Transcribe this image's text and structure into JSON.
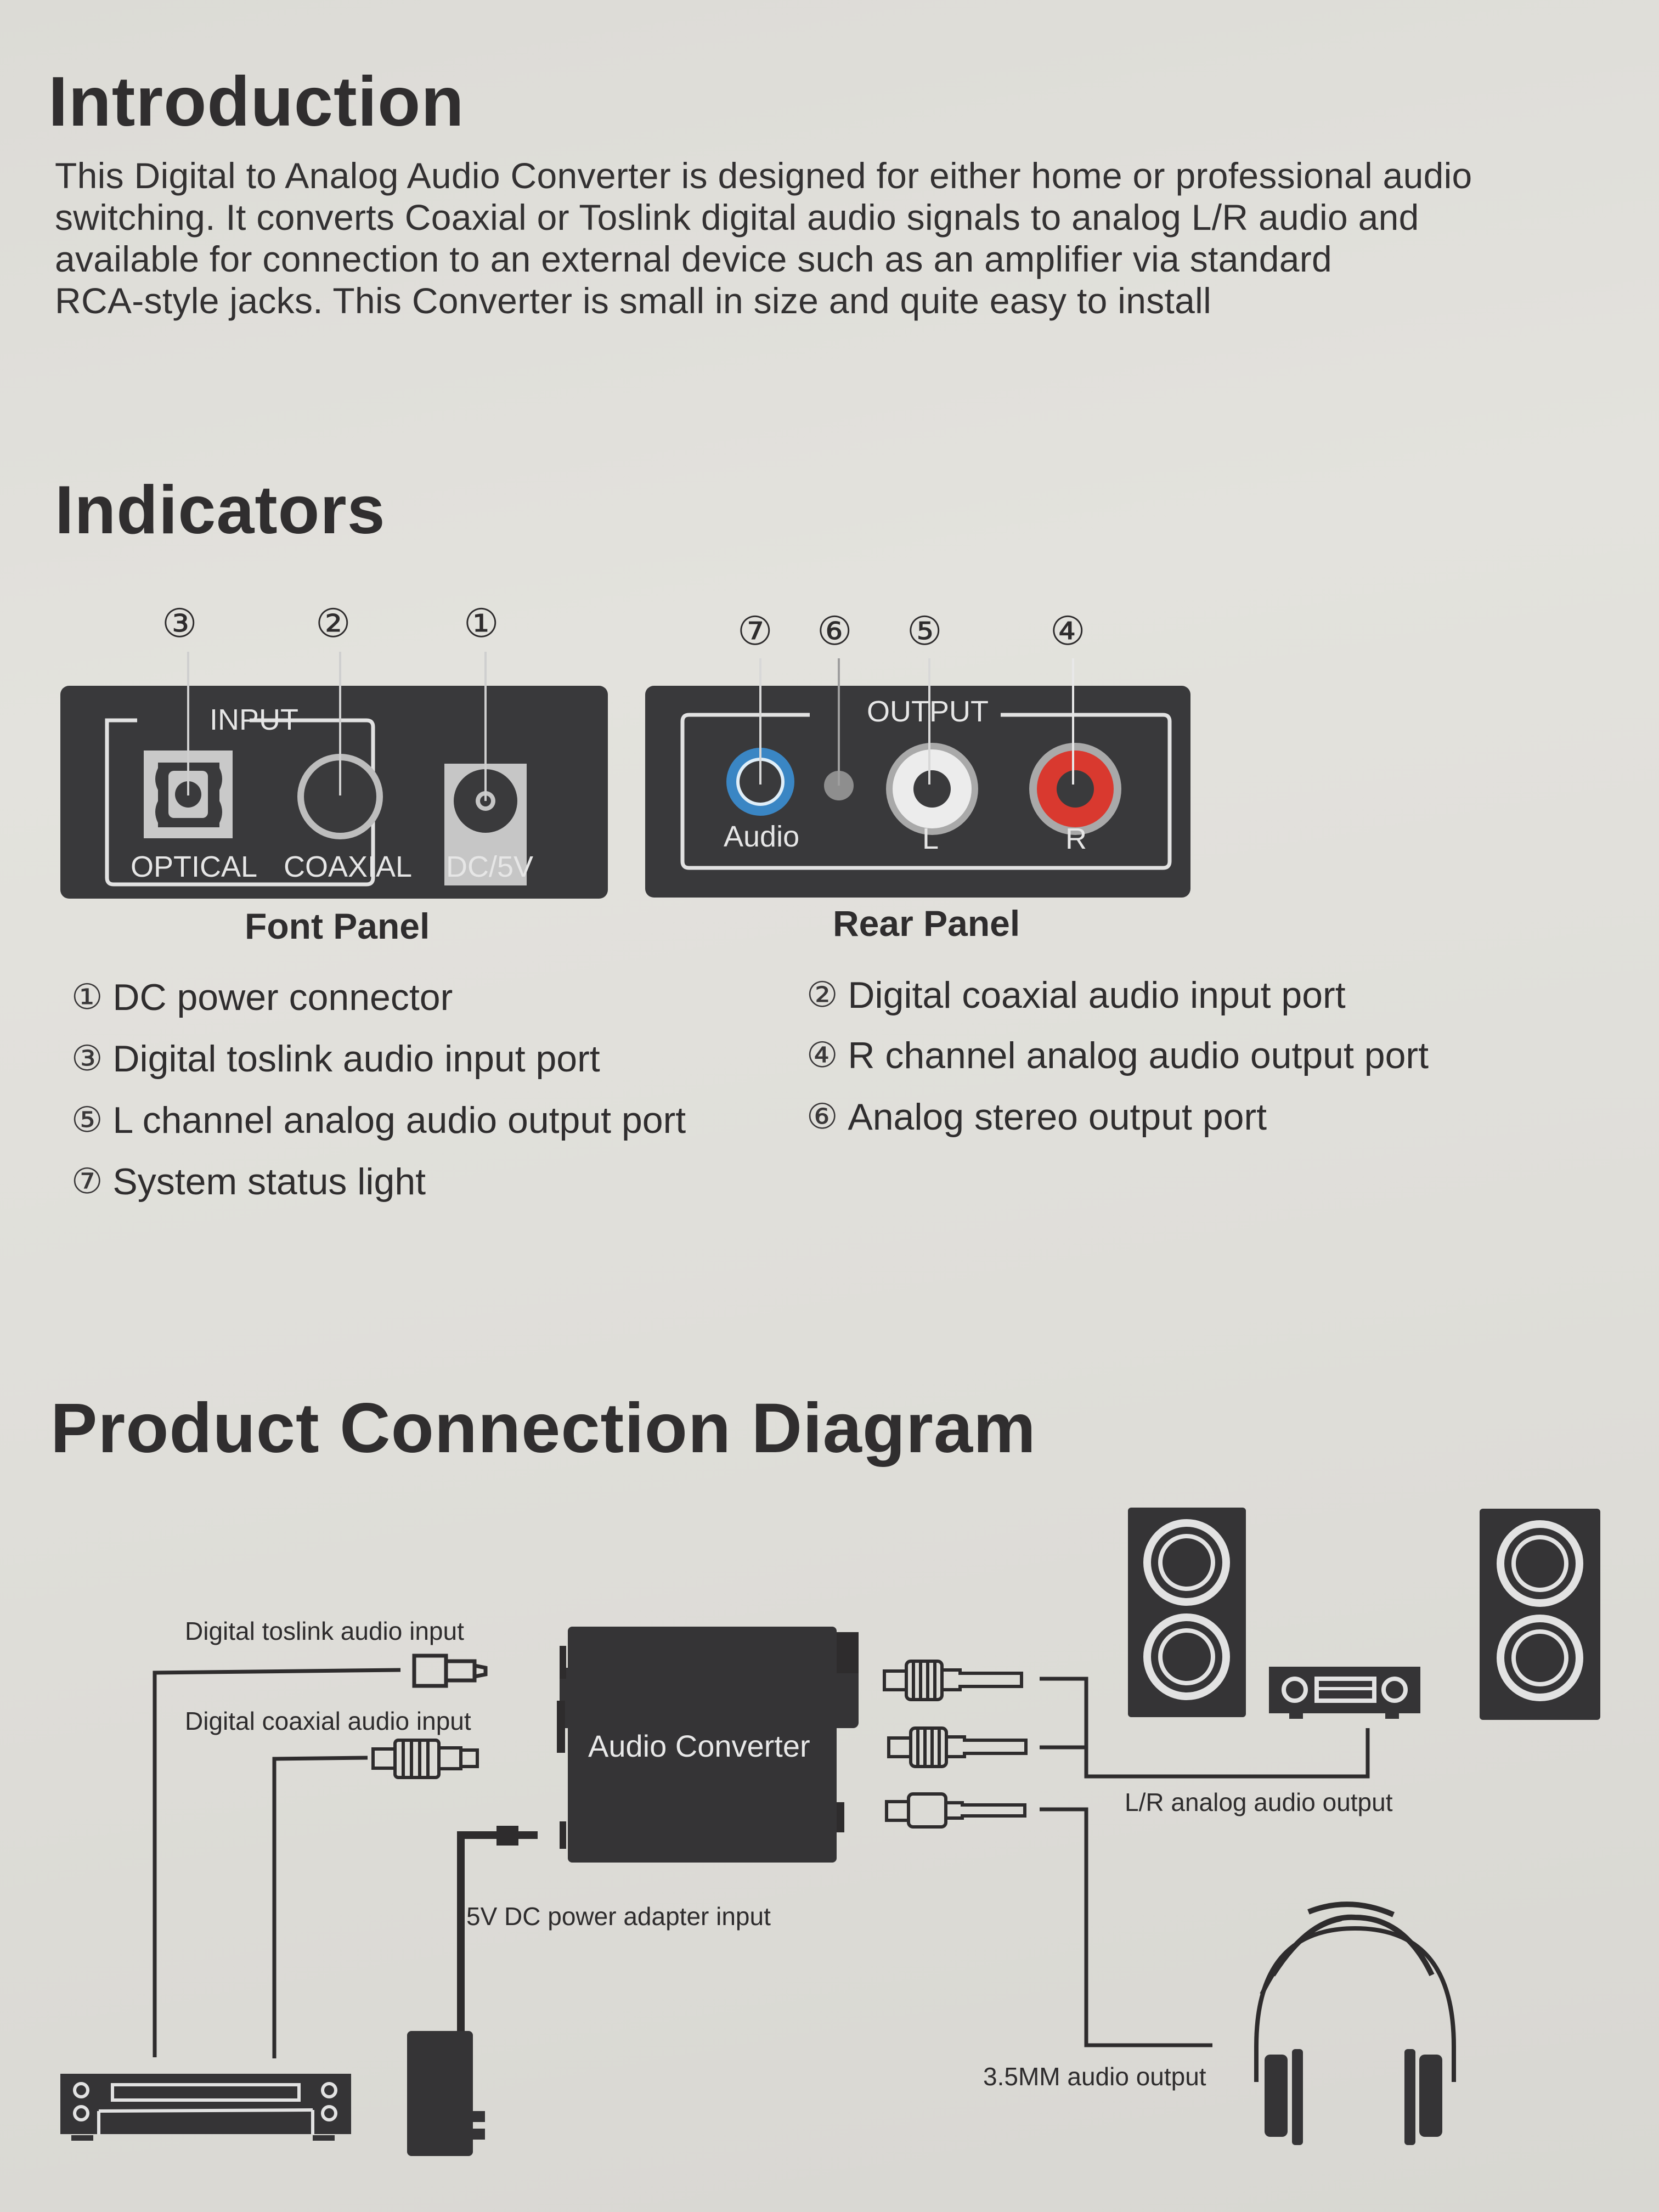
{
  "sections": {
    "introduction": {
      "title": "Introduction",
      "lines": [
        "This Digital to Analog Audio Converter is designed for either home or professional audio",
        "switching. It converts Coaxial or Toslink digital audio signals to analog L/R audio and",
        "available for connection to an external device such as an amplifier via standard",
        "RCA-style jacks. This Converter is small in size and quite easy to install"
      ]
    },
    "indicators": {
      "title": "Indicators",
      "front_panel": {
        "caption": "Font Panel",
        "group_label": "INPUT",
        "callouts": [
          "③",
          "②",
          "①"
        ],
        "ports": [
          {
            "label": "OPTICAL",
            "type": "toslink"
          },
          {
            "label": "COAXIAL",
            "type": "coaxial"
          },
          {
            "label": "DC/5V",
            "type": "dc-power"
          }
        ]
      },
      "rear_panel": {
        "caption": "Rear Panel",
        "group_label": "OUTPUT",
        "callouts": [
          "⑦",
          "⑥",
          "⑤",
          "④"
        ],
        "ports": [
          {
            "label": "Audio",
            "type": "3.5mm",
            "color": "#3a86c4"
          },
          {
            "label": "",
            "type": "status-led",
            "color": "#8e8e8e"
          },
          {
            "label": "L",
            "type": "rca",
            "color": "#e9e9e9"
          },
          {
            "label": "R",
            "type": "rca",
            "color": "#d9392f"
          }
        ]
      },
      "legend": [
        {
          "num": "①",
          "text": "DC  power connector"
        },
        {
          "num": "②",
          "text": "Digital coaxial audio input port"
        },
        {
          "num": "③",
          "text": "Digital toslink audio input port"
        },
        {
          "num": "④",
          "text": "R channel analog audio output port"
        },
        {
          "num": "⑤",
          "text": "L channel analog audio output port"
        },
        {
          "num": "⑥",
          "text": "Analog stereo output port"
        },
        {
          "num": "⑦",
          "text": "System status light"
        }
      ]
    },
    "connection": {
      "title": "Product Connection Diagram",
      "converter_label": "Audio Converter",
      "labels": {
        "toslink": "Digital toslink audio input",
        "coaxial": "Digital coaxial audio input",
        "power": "5V DC power adapter input",
        "lr_output": "L/R analog audio output",
        "headphone": "3.5MM audio output"
      }
    }
  },
  "colors": {
    "background": "#dfded9",
    "ink": "#2e2c2d",
    "panel": "#39393b",
    "audio_jack_blue": "#3a86c4",
    "r_jack_red": "#d9392f"
  }
}
